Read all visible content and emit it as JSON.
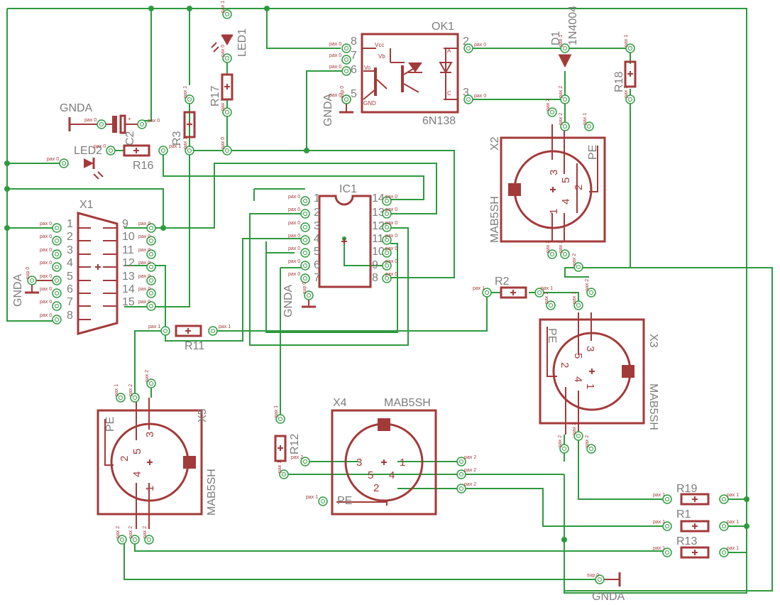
{
  "parts": {
    "ok1": {
      "ref": "OK1",
      "value": "6N138",
      "pins_left": [
        "8",
        "7",
        "6",
        "5"
      ],
      "pins_right": [
        "2",
        "3"
      ],
      "inner": [
        "Vcc",
        "Vb",
        "Vo",
        "GND",
        "A",
        "C"
      ]
    },
    "ic1": {
      "ref": "IC1",
      "pins_left": [
        "1",
        "2",
        "3",
        "4",
        "5",
        "6",
        "7"
      ],
      "pins_right": [
        "14",
        "13",
        "12",
        "11",
        "10",
        "9",
        "8"
      ]
    },
    "x1": {
      "ref": "X1",
      "pins_left": [
        "1",
        "2",
        "3",
        "4",
        "5",
        "6",
        "7",
        "8"
      ],
      "pins_right": [
        "9",
        "10",
        "11",
        "12",
        "13",
        "14",
        "15"
      ]
    },
    "x2": {
      "ref": "X2",
      "value": "MAB5SH",
      "pins": [
        "3",
        "5",
        "2",
        "1",
        "4"
      ],
      "pe": "PE"
    },
    "x3": {
      "ref": "X3",
      "value": "MAB5SH",
      "pins": [
        "2",
        "5",
        "3",
        "4",
        "1"
      ],
      "pe": "PE"
    },
    "x4": {
      "ref": "X4",
      "value": "MAB5SH",
      "pins": [
        "3",
        "1",
        "5",
        "4",
        "2"
      ],
      "pe": "PE"
    },
    "x5": {
      "ref": "X5",
      "value": "MAB5SH",
      "pins": [
        "2",
        "5",
        "3",
        "4",
        "1"
      ],
      "pe": "PE"
    },
    "d1": {
      "ref": "D1",
      "value": "1N4004"
    },
    "c2": {
      "ref": "C2"
    },
    "led1": {
      "ref": "LED1"
    },
    "led2": {
      "ref": "LED2"
    },
    "resistors": [
      "R1",
      "R2",
      "R3",
      "R11",
      "R12",
      "R13",
      "R16",
      "R17",
      "R18",
      "R19"
    ],
    "gnd": "GNDA"
  },
  "pad_tags": {
    "p0": "pax 0",
    "p1": "pax 1",
    "p2": "pax 2",
    "sup": "sup 0"
  },
  "colors": {
    "wire": "#2e9a3e",
    "part": "#a33a3a",
    "label": "#7d7d7d",
    "background": "#ffffff"
  }
}
